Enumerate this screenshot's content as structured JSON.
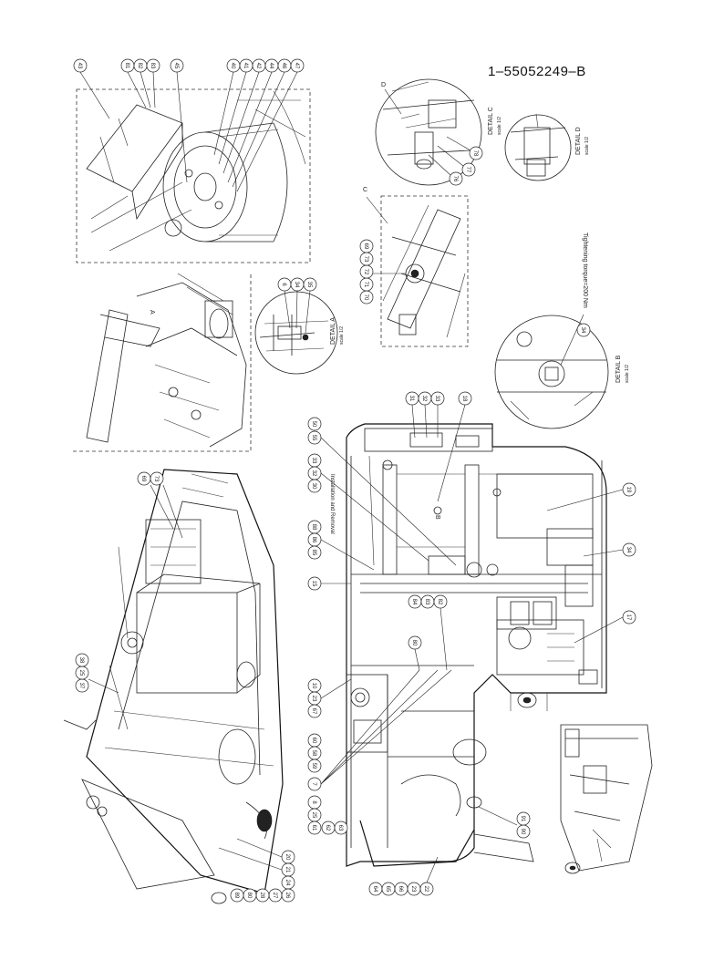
{
  "document_number": "1–55052249–B",
  "details": [
    {
      "title": "DETAIL A",
      "scale": "scale 1/2"
    },
    {
      "title": "DETAIL B",
      "scale": "scale 1/2"
    },
    {
      "title": "DETAIL C",
      "scale": "scale 1/2"
    },
    {
      "title": "DETAIL D",
      "scale": "scale 1/2"
    }
  ],
  "detail_markers": [
    "A",
    "B",
    "C",
    "D"
  ],
  "notes": {
    "torque": "Tightening torque=200 Nm",
    "center_text": "Installation and Removal"
  },
  "balloons": {
    "top_left_group": [
      "43",
      "81",
      "82",
      "83",
      "45",
      "40",
      "41",
      "42",
      "44",
      "46",
      "47"
    ],
    "detail_a": [
      "6",
      "34",
      "35"
    ],
    "detail_c": [
      "70",
      "71",
      "72",
      "73",
      "69"
    ],
    "detail_d_area": [
      "76",
      "77",
      "78"
    ],
    "detail_b": [
      "34"
    ],
    "main_top": [
      "31",
      "32",
      "33",
      "18",
      "19",
      "34",
      "17"
    ],
    "main_left_column": [
      "50",
      "55",
      "33",
      "32",
      "30",
      "88",
      "86",
      "85",
      "15",
      "10",
      "23",
      "67"
    ],
    "main_mid": [
      "84",
      "83",
      "82",
      "80",
      "60",
      "58",
      "59"
    ],
    "main_lower": [
      "7",
      "8",
      "25",
      "61",
      "62",
      "63"
    ],
    "main_bottom": [
      "64",
      "65",
      "66",
      "23",
      "22",
      "90",
      "91"
    ],
    "left_iso": [
      "37",
      "25",
      "38",
      "69",
      "73"
    ],
    "left_iso_bottom": [
      "20",
      "21",
      "24",
      "26",
      "27",
      "28",
      "80",
      "89"
    ]
  }
}
